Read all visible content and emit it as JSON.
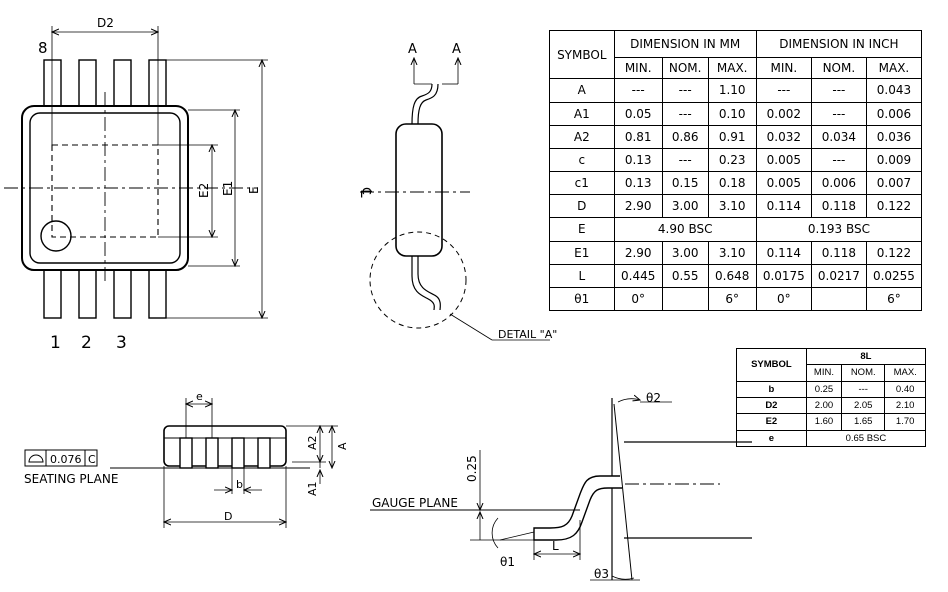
{
  "top_view": {
    "pin8": "8",
    "d2": "D2",
    "e2": "E2",
    "e1": "E1",
    "e": "E",
    "pin1": "1",
    "pin2": "2",
    "pin3": "3"
  },
  "side_view": {
    "section_a_left": "A",
    "section_a_right": "A",
    "centerline": "℄",
    "detail": "DETAIL \"A\""
  },
  "front_view": {
    "flatness_value": "0.076",
    "flatness_datum": "C",
    "seating_plane": "SEATING PLANE",
    "e": "e",
    "b": "b",
    "d": "D",
    "a2": "A2",
    "a": "A",
    "a1": "A1"
  },
  "detail_view": {
    "theta2": "θ2",
    "gauge": "0.25",
    "gauge_plane": "GAUGE PLANE",
    "l": "L",
    "theta1": "θ1",
    "theta3": "θ3"
  },
  "dim_table": {
    "symbol_header": "SYMBOL",
    "mm_header": "DIMENSION IN MM",
    "inch_header": "DIMENSION IN INCH",
    "sub_headers": [
      "MIN.",
      "NOM.",
      "MAX.",
      "MIN.",
      "NOM.",
      "MAX."
    ],
    "rows": [
      [
        "A",
        "---",
        "---",
        "1.10",
        "---",
        "---",
        "0.043"
      ],
      [
        "A1",
        "0.05",
        "---",
        "0.10",
        "0.002",
        "---",
        "0.006"
      ],
      [
        "A2",
        "0.81",
        "0.86",
        "0.91",
        "0.032",
        "0.034",
        "0.036"
      ],
      [
        "c",
        "0.13",
        "---",
        "0.23",
        "0.005",
        "---",
        "0.009"
      ],
      [
        "c1",
        "0.13",
        "0.15",
        "0.18",
        "0.005",
        "0.006",
        "0.007"
      ],
      [
        "D",
        "2.90",
        "3.00",
        "3.10",
        "0.114",
        "0.118",
        "0.122"
      ],
      [
        "E",
        "4.90 BSC",
        "0.193 BSC"
      ],
      [
        "E1",
        "2.90",
        "3.00",
        "3.10",
        "0.114",
        "0.118",
        "0.122"
      ],
      [
        "L",
        "0.445",
        "0.55",
        "0.648",
        "0.0175",
        "0.0217",
        "0.0255"
      ],
      [
        "θ1",
        "0°",
        "",
        "6°",
        "0°",
        "",
        "6°"
      ]
    ]
  },
  "pad_table": {
    "symbol_header": "SYMBOL",
    "group_header": "8L",
    "sub_headers": [
      "MIN.",
      "NOM.",
      "MAX."
    ],
    "rows": [
      [
        "b",
        "0.25",
        "---",
        "0.40"
      ],
      [
        "D2",
        "2.00",
        "2.05",
        "2.10"
      ],
      [
        "E2",
        "1.60",
        "1.65",
        "1.70"
      ],
      [
        "e",
        "0.65 BSC"
      ]
    ]
  }
}
